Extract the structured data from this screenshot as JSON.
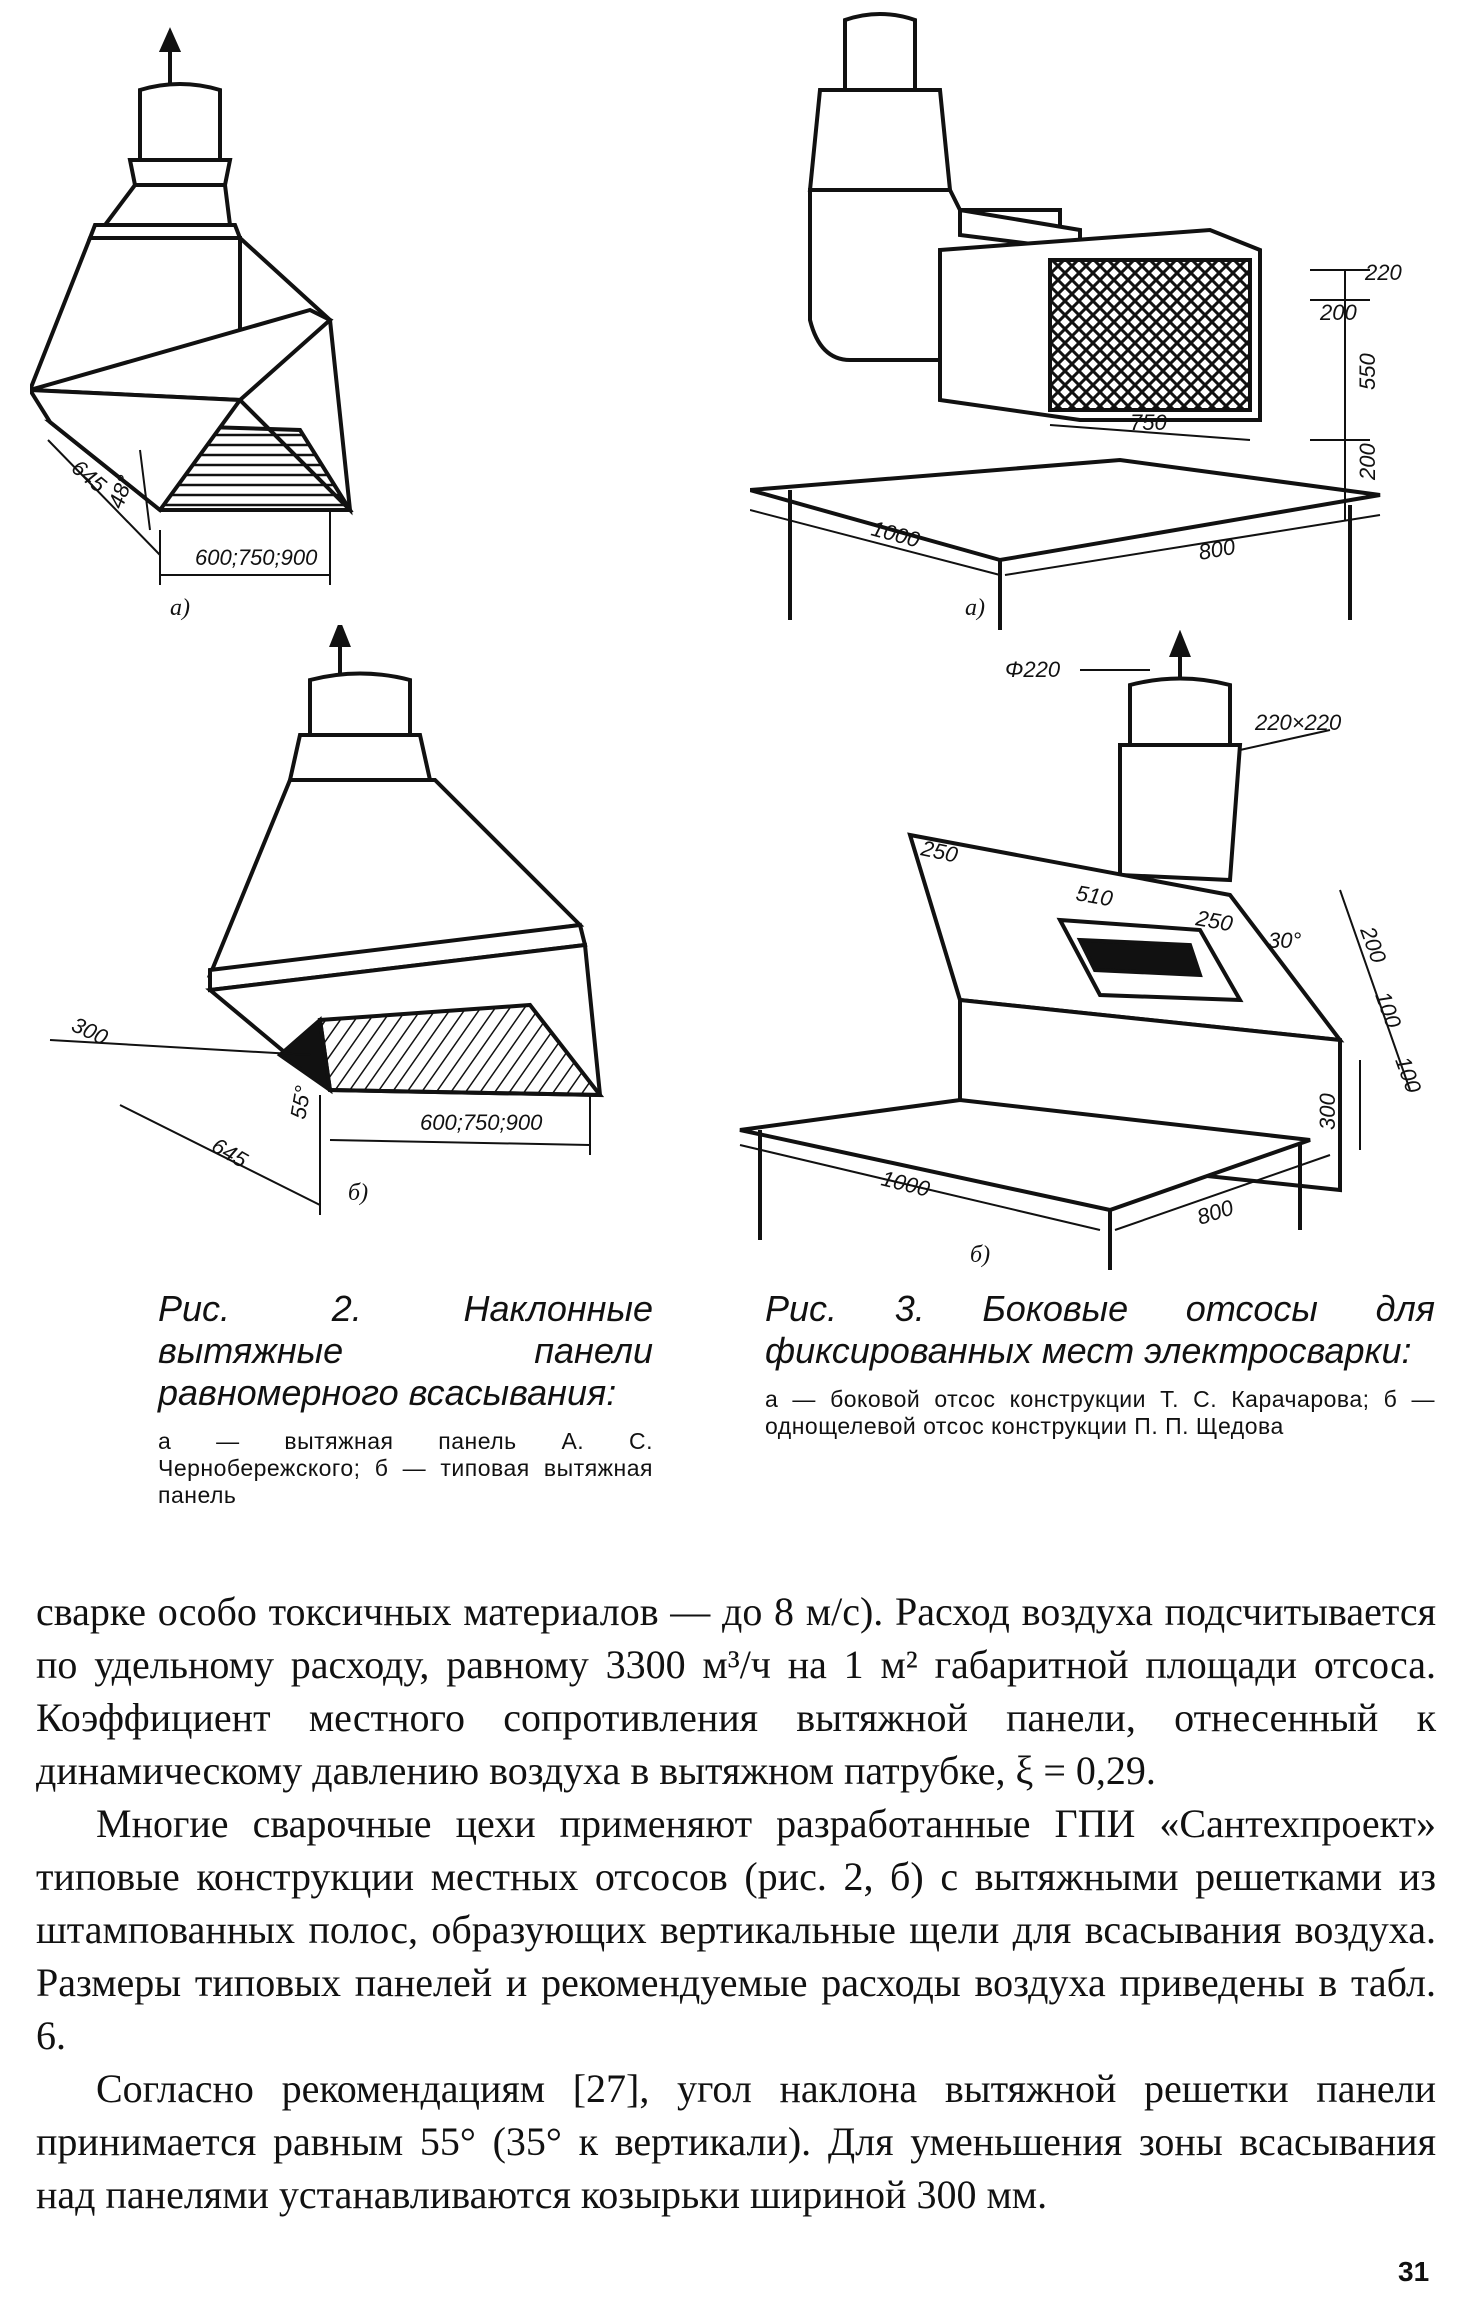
{
  "figures": {
    "fig2a": {
      "sublabel": "а)",
      "dims": [
        "645",
        "48°",
        "600;750;900"
      ]
    },
    "fig3a": {
      "sublabel": "а)",
      "dims": [
        "220",
        "200",
        "550",
        "200",
        "750",
        "1000",
        "800"
      ]
    },
    "fig2b": {
      "sublabel": "б)",
      "dims": [
        "300",
        "645",
        "55°",
        "600;750;900"
      ]
    },
    "fig3b": {
      "sublabel": "б)",
      "dims": [
        "Φ220",
        "220×220",
        "250",
        "510",
        "250",
        "30°",
        "200",
        "100",
        "100",
        "300",
        "1000",
        "800"
      ]
    }
  },
  "captions": {
    "fig2": {
      "title": "Рис. 2. Наклонные вытяжные панели равномерного всасывания:",
      "desc": "а — вытяжная панель А. С. Чернобережского; б — типовая вытяжная панель"
    },
    "fig3": {
      "title": "Рис. 3. Боковые отсосы для фиксированных мест электросварки:",
      "desc": "а — боковой отсос конструкции Т. С. Карачарова; б — однощелевой отсос конструкции П. П. Щедова"
    }
  },
  "body": {
    "p1": "сварке особо токсичных материалов — до 8 м/с). Расход воздуха подсчитывается по удельному расходу, равному 3300 м³/ч на 1 м² габаритной площади отсоса. Коэффициент местного сопротивления вытяжной панели, отнесенный к динамическому давлению воздуха в вытяжном патрубке, ξ = 0,29.",
    "p2": "Многие сварочные цехи применяют разработанные ГПИ «Сантехпроект» типовые конструкции местных отсосов (рис. 2, б) с вытяжными решетками из штампованных полос, образующих вертикальные щели для всасывания воздуха. Размеры типовых панелей и рекомендуемые расходы воздуха приведены в табл. 6.",
    "p3": "Согласно рекомендациям [27], угол наклона вытяжной решетки панели принимается равным 55° (35° к вертикали). Для уменьшения зоны всасывания над панелями устанавливаются козырьки шириной 300 мм."
  },
  "page_number": "31"
}
